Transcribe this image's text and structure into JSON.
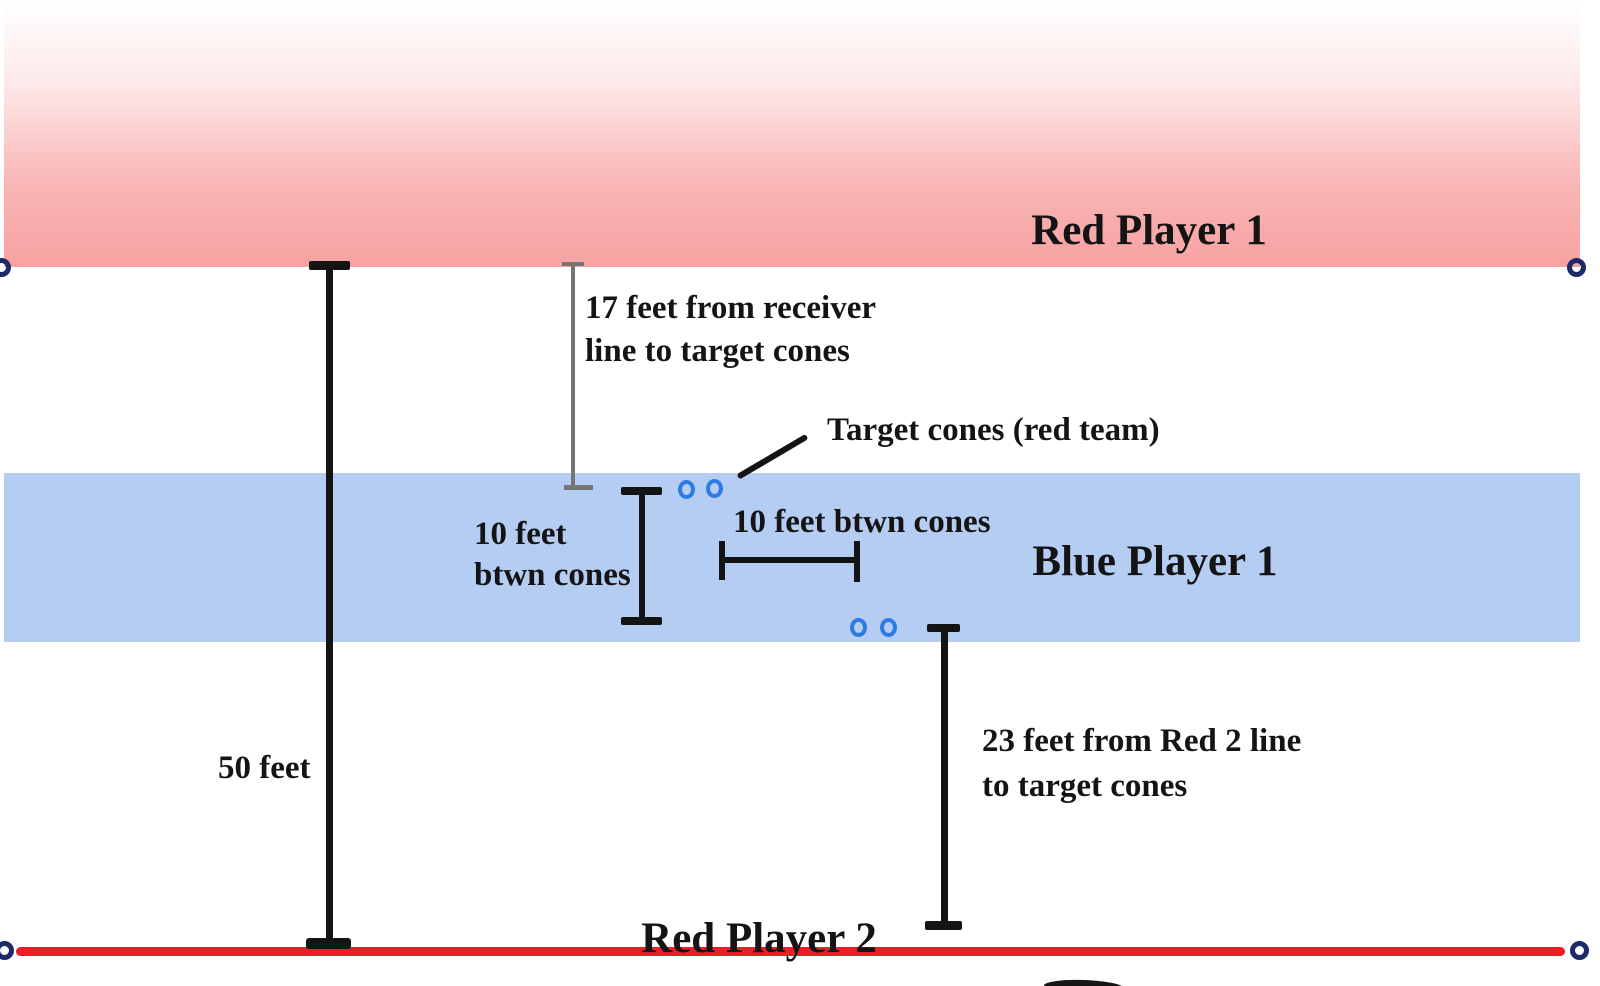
{
  "zones": {
    "red1": {
      "label": "Red Player 1"
    },
    "blue1": {
      "label": "Blue Player 1"
    },
    "red2": {
      "label": "Red Player 2"
    }
  },
  "measurements": {
    "field_length": {
      "value_feet": 50,
      "label": "50 feet"
    },
    "receiver_to_cones": {
      "value_feet": 17,
      "line1": "17 feet from receiver",
      "line2": "line to target cones"
    },
    "cones_gap_vertical": {
      "value_feet": 10,
      "line1": "10 feet",
      "line2": "btwn cones"
    },
    "cones_gap_horizontal": {
      "value_feet": 10,
      "label": "10 feet btwn cones"
    },
    "red2_to_cones": {
      "value_feet": 23,
      "line1": "23 feet from Red 2 line",
      "line2": "to target cones"
    }
  },
  "callouts": {
    "target_cones": {
      "label": "Target cones (red team)"
    }
  },
  "markers": {
    "boundary_circle_count": 4,
    "target_cone_count": 4
  },
  "colors": {
    "red_zone_gradient_bottom": "#f7a2a2",
    "blue_zone": "#b5cdf3",
    "red2_line": "#ee1c25",
    "boundary_marker": "#1e2a68",
    "cone_marker": "#2e7be5",
    "measure_line": "#141414",
    "receiver_measure_line": "#757575",
    "text": "#141414"
  }
}
